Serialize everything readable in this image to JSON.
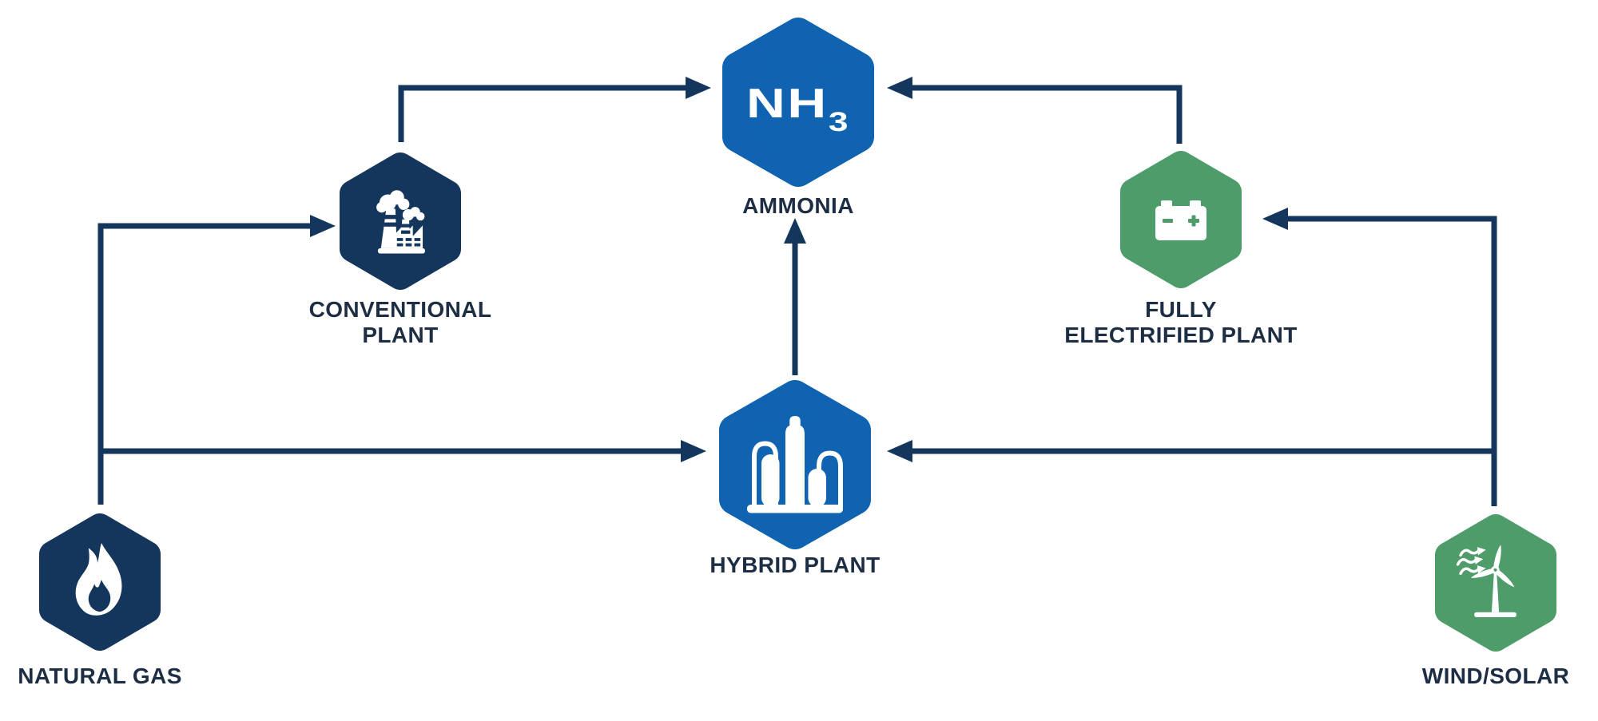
{
  "diagram": {
    "background": "#FFFFFF",
    "palette": {
      "blue": "#0F63B1",
      "navy": "#14365D",
      "green": "#4F9C6B",
      "arrow": "#14365D",
      "label_text": "#1D2E44",
      "icon_fill": "#FFFFFF"
    },
    "nodes": {
      "ammonia": {
        "formula_main": "NH",
        "formula_sub": "3",
        "label": "AMMONIA",
        "color": "#0F63B1",
        "icon": "nh3-formula"
      },
      "conventional_plant": {
        "label_line1": "CONVENTIONAL",
        "label_line2": "PLANT",
        "color": "#14365D",
        "icon": "factory-icon"
      },
      "fully_electrified_plant": {
        "label_line1": "FULLY",
        "label_line2": "ELECTRIFIED PLANT",
        "color": "#4F9C6B",
        "icon": "battery-icon"
      },
      "hybrid_plant": {
        "label": "HYBRID PLANT",
        "color": "#0F63B1",
        "icon": "refinery-columns-icon"
      },
      "natural_gas": {
        "label": "NATURAL GAS",
        "color": "#14365D",
        "icon": "flame-icon"
      },
      "wind_solar": {
        "label": "WIND/SOLAR",
        "color": "#4F9C6B",
        "icon": "wind-turbine-icon"
      }
    },
    "edges": [
      {
        "from": "natural_gas",
        "to": "conventional_plant"
      },
      {
        "from": "natural_gas",
        "to": "hybrid_plant"
      },
      {
        "from": "conventional_plant",
        "to": "ammonia"
      },
      {
        "from": "hybrid_plant",
        "to": "ammonia"
      },
      {
        "from": "fully_electrified_plant",
        "to": "ammonia"
      },
      {
        "from": "wind_solar",
        "to": "fully_electrified_plant"
      },
      {
        "from": "wind_solar",
        "to": "hybrid_plant"
      }
    ]
  }
}
